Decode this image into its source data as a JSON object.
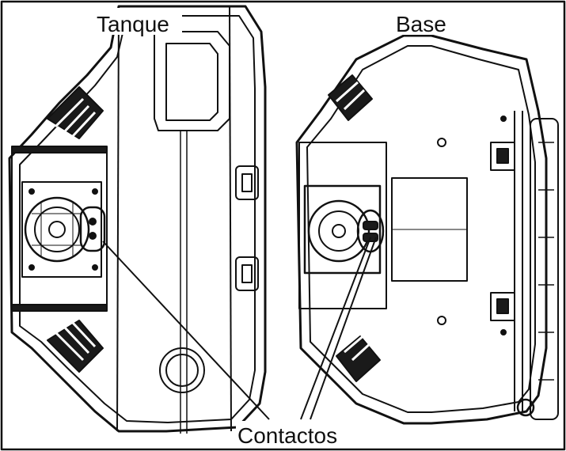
{
  "labels": {
    "tank": "Tanque",
    "base": "Base",
    "contacts": "Contactos"
  },
  "colors": {
    "ink": "#111111",
    "fill_dark": "#1a1a1a",
    "fill_light": "#ffffff"
  }
}
